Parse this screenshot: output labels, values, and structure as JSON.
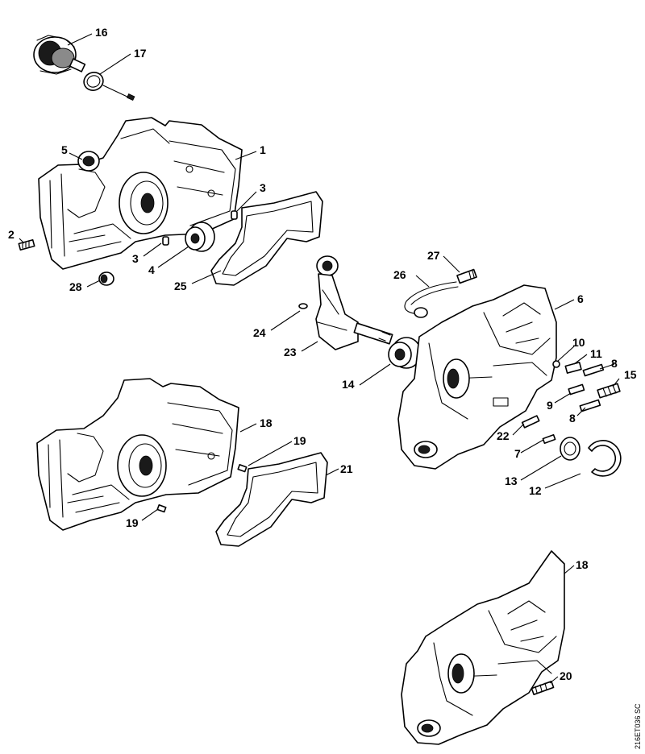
{
  "callouts": {
    "c1": "1",
    "c2": "2",
    "c3a": "3",
    "c3b": "3",
    "c4": "4",
    "c5": "5",
    "c6": "6",
    "c7": "7",
    "c8a": "8",
    "c8b": "8",
    "c9": "9",
    "c10": "10",
    "c11": "11",
    "c12": "12",
    "c13": "13",
    "c14": "14",
    "c15": "15",
    "c16": "16",
    "c17": "17",
    "c18a": "18",
    "c18b": "18",
    "c19a": "19",
    "c19b": "19",
    "c20": "20",
    "c21": "21",
    "c22": "22",
    "c23": "23",
    "c24": "24",
    "c25": "25",
    "c26": "26",
    "c27": "27",
    "c28": "28"
  },
  "drawing_code": "216ET036 SC"
}
